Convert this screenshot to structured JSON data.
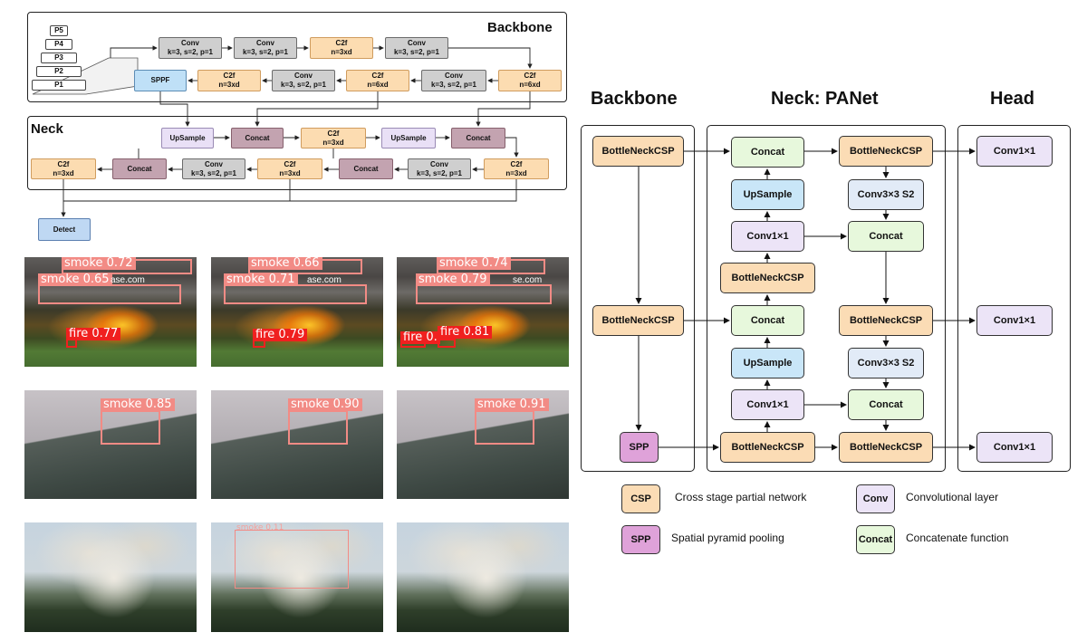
{
  "left_diagram": {
    "backbone_title": "Backbone",
    "neck_title": "Neck",
    "pyramid": [
      "P5",
      "P4",
      "P3",
      "P2",
      "P1"
    ],
    "backbone_row1": [
      {
        "l1": "Conv",
        "l2": "k=3, s=2, p=1"
      },
      {
        "l1": "Conv",
        "l2": "k=3, s=2, p=1"
      },
      {
        "l1": "C2f",
        "l2": "n=3xd"
      },
      {
        "l1": "Conv",
        "l2": "k=3, s=2, p=1"
      }
    ],
    "backbone_row2": [
      {
        "l1": "SPPF",
        "l2": ""
      },
      {
        "l1": "C2f",
        "l2": "n=3xd"
      },
      {
        "l1": "Conv",
        "l2": "k=3, s=2, p=1"
      },
      {
        "l1": "C2f",
        "l2": "n=6xd"
      },
      {
        "l1": "Conv",
        "l2": "k=3, s=2, p=1"
      },
      {
        "l1": "C2f",
        "l2": "n=6xd"
      }
    ],
    "neck_row1": [
      {
        "l1": "UpSample",
        "l2": ""
      },
      {
        "l1": "Concat",
        "l2": ""
      },
      {
        "l1": "C2f",
        "l2": "n=3xd"
      },
      {
        "l1": "UpSample",
        "l2": ""
      },
      {
        "l1": "Concat",
        "l2": ""
      }
    ],
    "neck_row2": [
      {
        "l1": "C2f",
        "l2": "n=3xd"
      },
      {
        "l1": "Concat",
        "l2": ""
      },
      {
        "l1": "Conv",
        "l2": "k=3, s=2, p=1"
      },
      {
        "l1": "C2f",
        "l2": "n=3xd"
      },
      {
        "l1": "Concat",
        "l2": ""
      },
      {
        "l1": "Conv",
        "l2": "k=3, s=2, p=1"
      },
      {
        "l1": "C2f",
        "l2": "n=3xd"
      }
    ],
    "detect": "Detect"
  },
  "detections": {
    "row1": [
      {
        "smoke1": "smoke 0.72",
        "smoke2": "smoke 0.65",
        "fire1": "fire 0.77",
        "fire2": "",
        "watermark": "ase.com"
      },
      {
        "smoke1": "smoke 0.66",
        "smoke2": "smoke 0.71",
        "fire1": "fire 0.79",
        "fire2": "",
        "watermark": "ase.com"
      },
      {
        "smoke1": "smoke 0.74",
        "smoke2": "smoke 0.79",
        "fire1": "fire 0.",
        "fire2": "fire 0.81",
        "watermark": "se.com"
      }
    ],
    "row2": [
      "smoke 0.85",
      "smoke 0.90",
      "smoke 0.91"
    ],
    "row3": [
      "",
      "smoke 0.11",
      ""
    ]
  },
  "right_diagram": {
    "titles": {
      "backbone": "Backbone",
      "neck": "Neck: PANet",
      "head": "Head"
    },
    "backbone_nodes": [
      "BottleNeckCSP",
      "BottleNeckCSP",
      "SPP"
    ],
    "neck_col1": [
      "Concat",
      "UpSample",
      "Conv1×1",
      "BottleNeckCSP",
      "Concat",
      "UpSample",
      "Conv1×1",
      "BottleNeckCSP"
    ],
    "neck_col2": [
      "BottleNeckCSP",
      "Conv3×3 S2",
      "Concat",
      "BottleNeckCSP",
      "Conv3×3 S2",
      "Concat",
      "BottleNeckCSP"
    ],
    "head_nodes": [
      "Conv1×1",
      "Conv1×1",
      "Conv1×1"
    ],
    "legend": [
      {
        "key": "CSP",
        "text": "Cross stage partial network"
      },
      {
        "key": "SPP",
        "text": "Spatial pyramid pooling"
      },
      {
        "key": "Conv",
        "text": "Convolutional layer"
      },
      {
        "key": "Concat",
        "text": "Concatenate function"
      }
    ]
  },
  "colors": {
    "conv_gray": "#cfcfcf",
    "c2f_orange": "#fcdcb1",
    "concat_mauve": "#c3a3b0",
    "detect_box": "#f28b85",
    "fire_box": "#f0201f",
    "csp": "#fbdcb5",
    "spp": "#dfa2d9",
    "conv": "#ece4f7",
    "concat": "#e7f8dc",
    "upsample": "#c9e6f8"
  }
}
